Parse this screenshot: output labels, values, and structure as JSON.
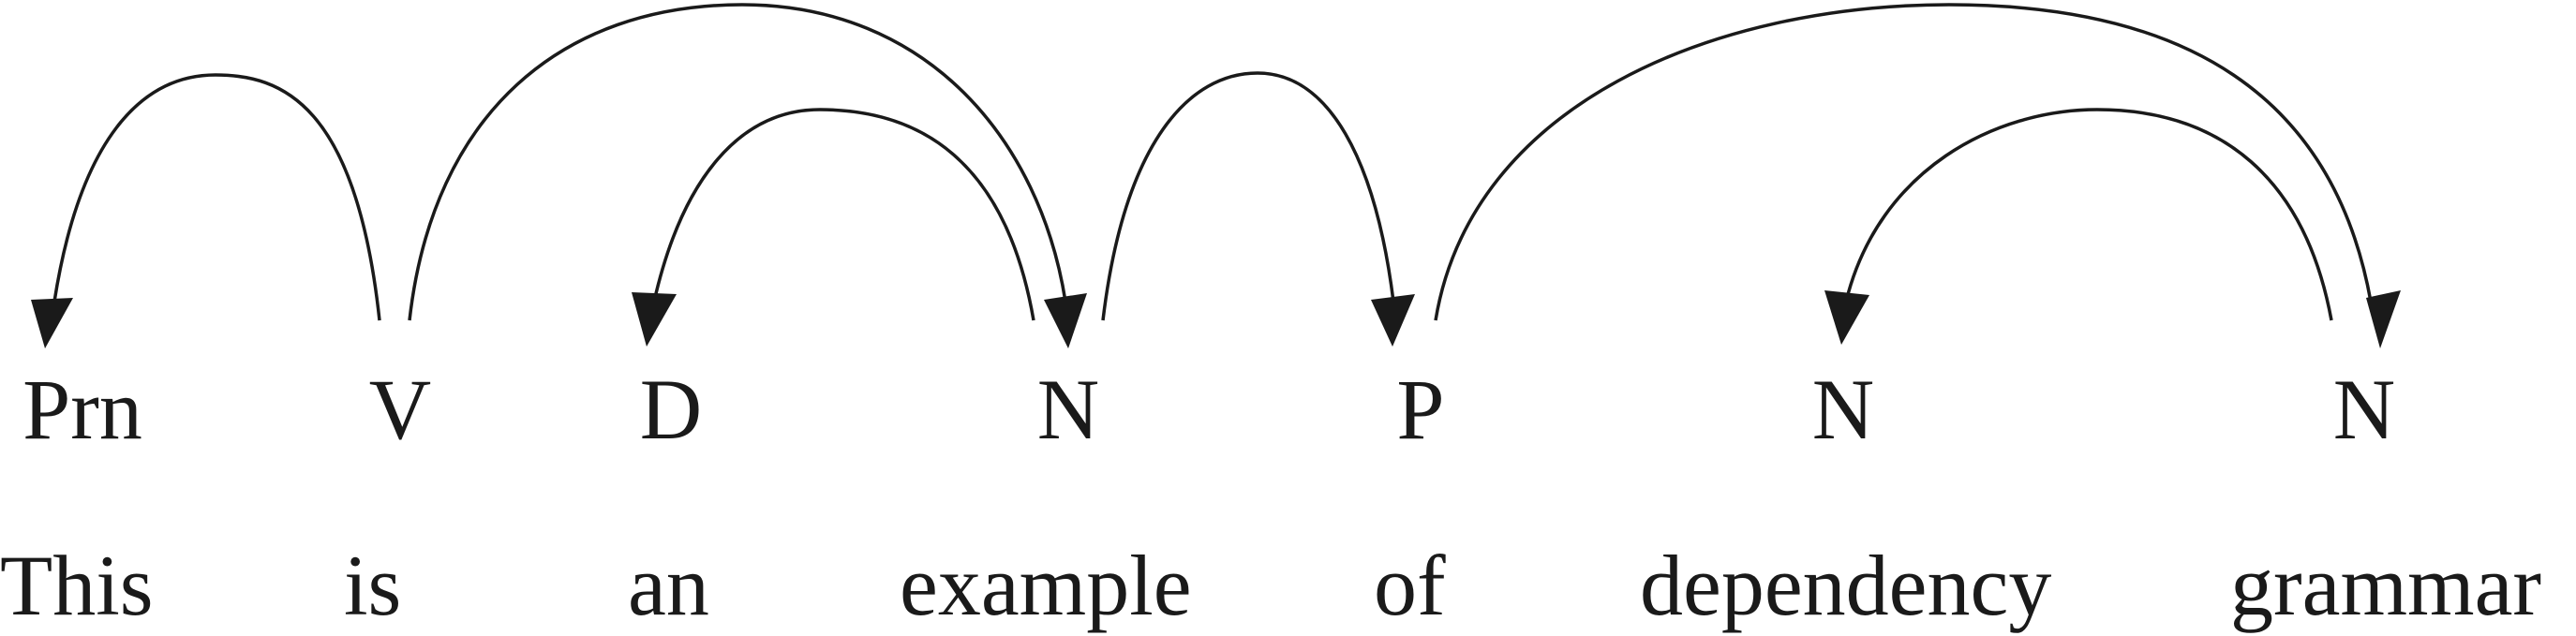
{
  "tokens": [
    {
      "word": "This",
      "tag": "Prn"
    },
    {
      "word": "is",
      "tag": "V"
    },
    {
      "word": "an",
      "tag": "D"
    },
    {
      "word": "example",
      "tag": "N"
    },
    {
      "word": "of",
      "tag": "P"
    },
    {
      "word": "dependency",
      "tag": "N"
    },
    {
      "word": "grammar",
      "tag": "N"
    }
  ],
  "dependencies": [
    {
      "head": 1,
      "dependent": 0
    },
    {
      "head": 1,
      "dependent": 3
    },
    {
      "head": 3,
      "dependent": 2
    },
    {
      "head": 3,
      "dependent": 4
    },
    {
      "head": 4,
      "dependent": 6
    },
    {
      "head": 6,
      "dependent": 5
    }
  ]
}
